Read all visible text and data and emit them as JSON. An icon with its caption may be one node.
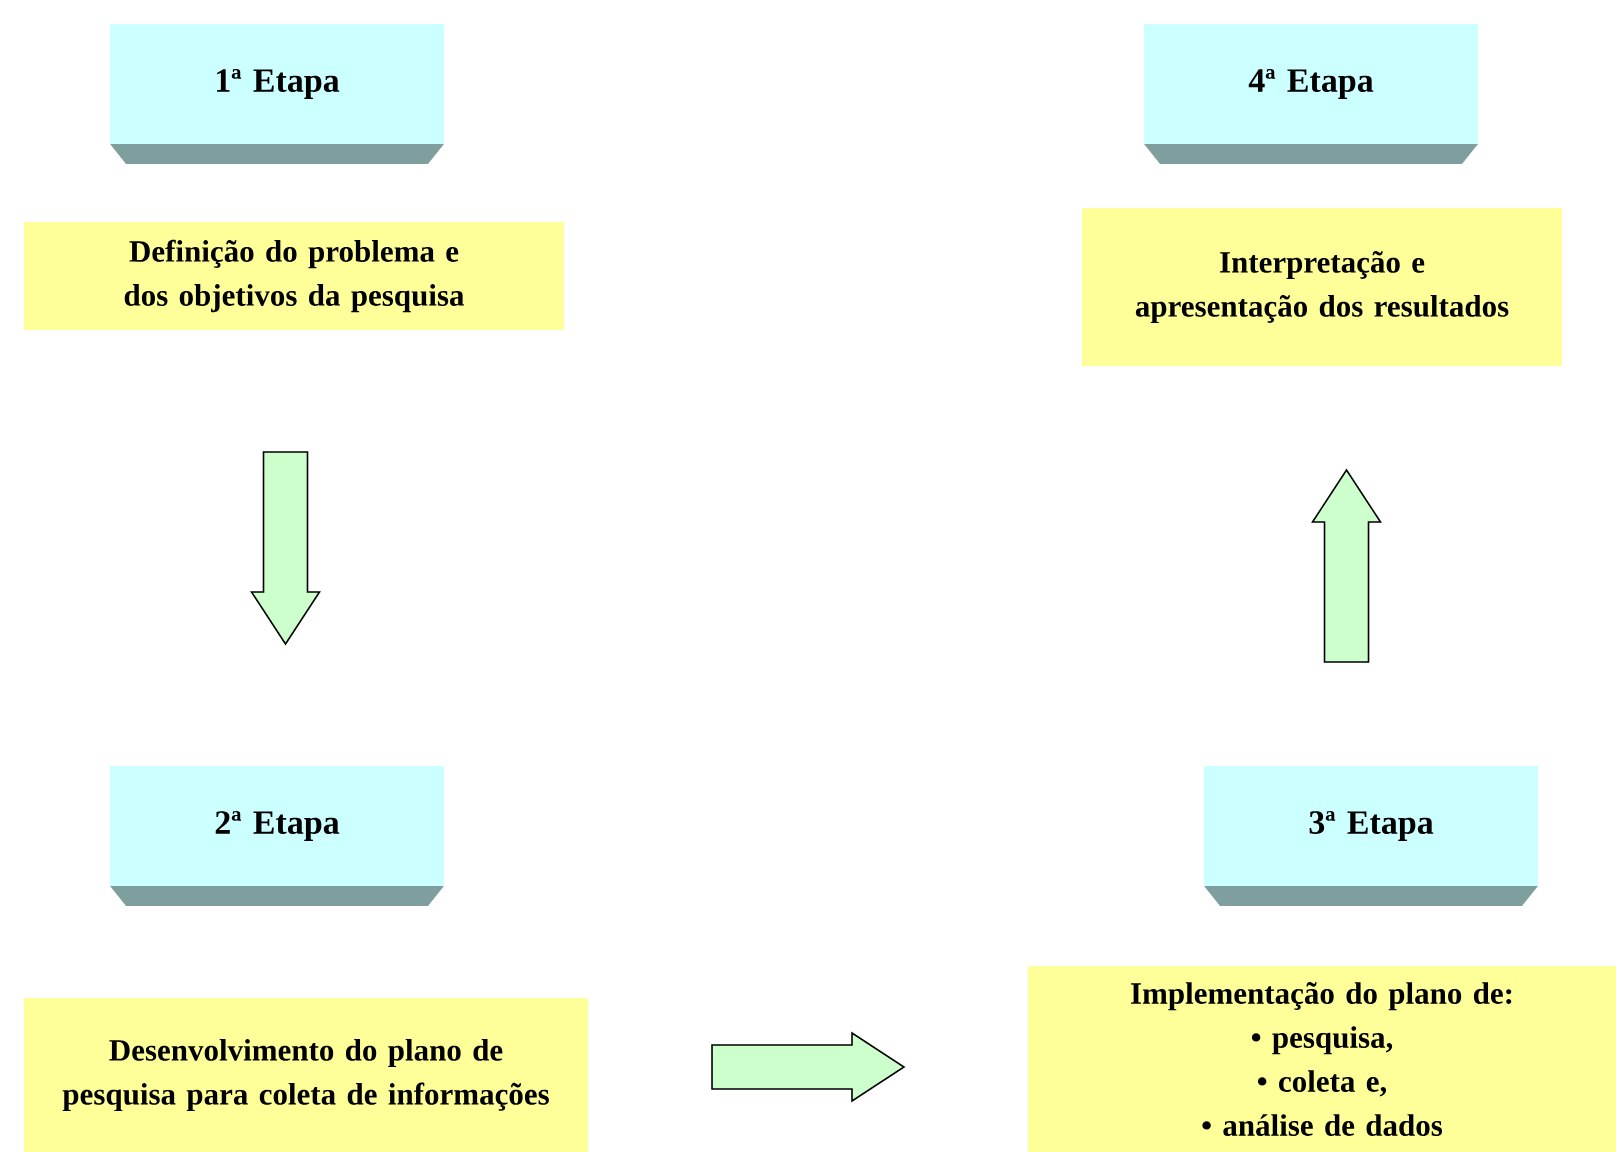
{
  "diagram": {
    "nodes": [
      {
        "text": [
          "1ª Etapa"
        ]
      },
      {
        "text": [
          "Definição do problema e dos objetivos da pesquisa"
        ]
      },
      {
        "text": [
          "2ª Etapa"
        ]
      },
      {
        "text": [
          "Desenvolvimento do plano de pesquisa para coleta de informações"
        ]
      },
      {
        "text": [
          "3ª Etapa"
        ]
      },
      {
        "text": [
          "Implementação do plano de:",
          "• pesquisa,",
          "• coleta e,",
          "• análise de dados"
        ]
      },
      {
        "text": [
          "4ª Etapa"
        ]
      },
      {
        "text": [
          "Interpretação e apresentação dos resultados"
        ]
      }
    ],
    "edges": [
      {
        "from": 1,
        "to": 2,
        "arrow": "to"
      },
      {
        "from": 3,
        "to": 5,
        "arrow": "to"
      },
      {
        "from": 4,
        "to": 7,
        "arrow": "to"
      }
    ]
  }
}
